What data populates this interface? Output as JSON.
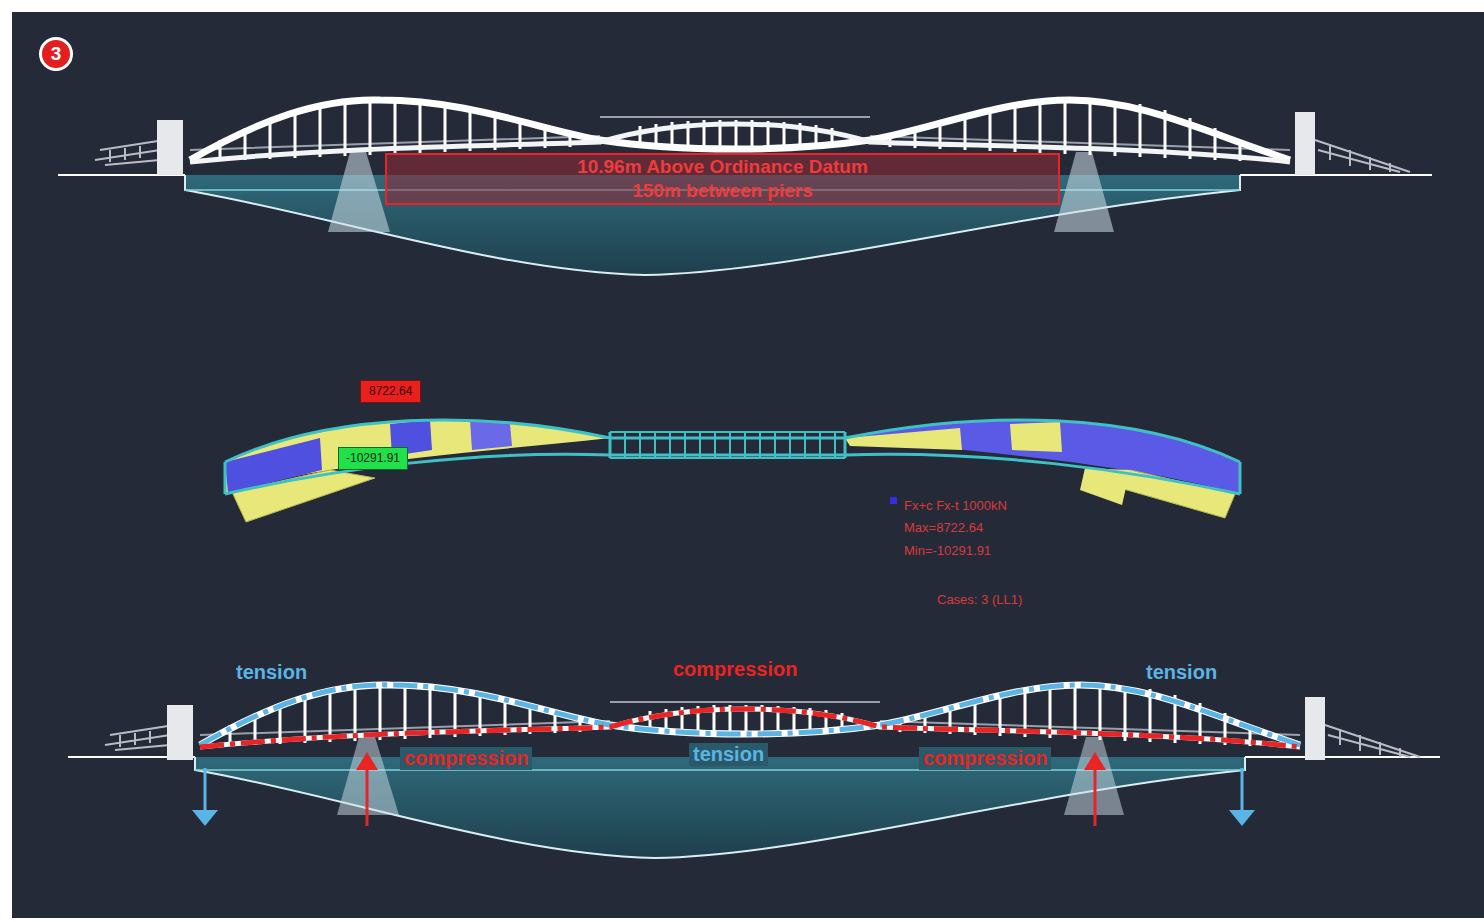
{
  "diagram": {
    "nodes": [
      {
        "text": [
          "3"
        ]
      },
      {
        "text": [
          "10.96m Above Ordinance Datum",
          "150m between piers"
        ]
      },
      {
        "text": [
          "8722.64"
        ]
      },
      {
        "text": [
          "-10291.91"
        ]
      }
    ],
    "labels": [
      "Fx+c Fx-t 1000kN",
      "Max=8722.64",
      "Min=-10291.91",
      "Cases: 3 (LL1)",
      "tension",
      "compression",
      "tension",
      "compression",
      "tension",
      "compression"
    ]
  }
}
